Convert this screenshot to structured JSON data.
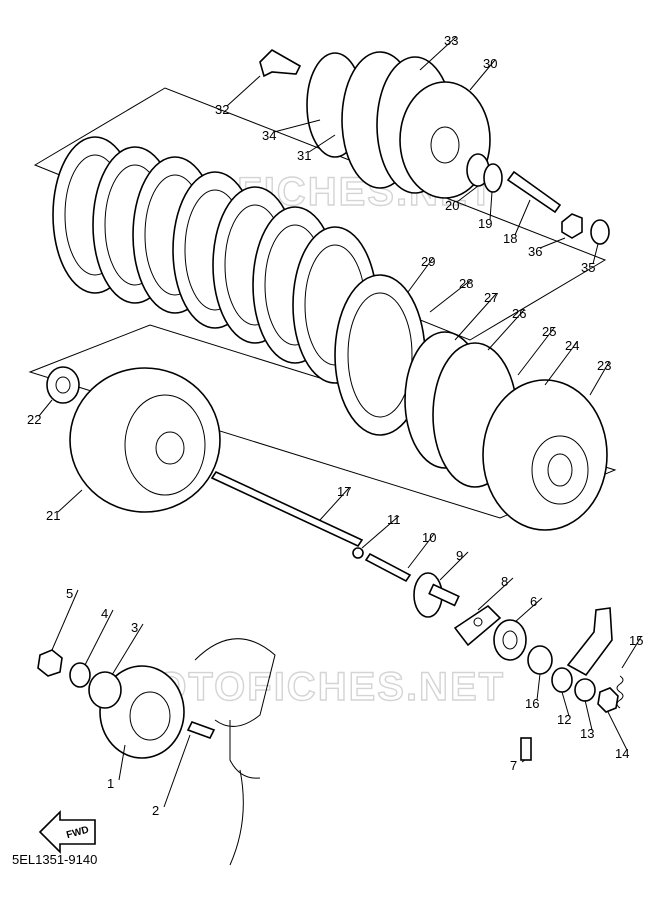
{
  "diagram": {
    "drawing_code": "5EL1351-9140",
    "direction_label": "FWD",
    "watermark": "MOTOFICHES.NET",
    "callouts": [
      {
        "n": "1"
      },
      {
        "n": "2"
      },
      {
        "n": "3"
      },
      {
        "n": "4"
      },
      {
        "n": "5"
      },
      {
        "n": "6"
      },
      {
        "n": "7"
      },
      {
        "n": "8"
      },
      {
        "n": "9"
      },
      {
        "n": "10"
      },
      {
        "n": "11"
      },
      {
        "n": "12"
      },
      {
        "n": "13"
      },
      {
        "n": "14"
      },
      {
        "n": "15"
      },
      {
        "n": "16"
      },
      {
        "n": "17"
      },
      {
        "n": "18"
      },
      {
        "n": "19"
      },
      {
        "n": "20"
      },
      {
        "n": "21"
      },
      {
        "n": "22"
      },
      {
        "n": "23"
      },
      {
        "n": "24"
      },
      {
        "n": "25"
      },
      {
        "n": "26"
      },
      {
        "n": "27"
      },
      {
        "n": "28"
      },
      {
        "n": "29"
      },
      {
        "n": "30"
      },
      {
        "n": "31"
      },
      {
        "n": "32"
      },
      {
        "n": "33"
      },
      {
        "n": "34"
      },
      {
        "n": "35"
      },
      {
        "n": "36"
      }
    ]
  }
}
